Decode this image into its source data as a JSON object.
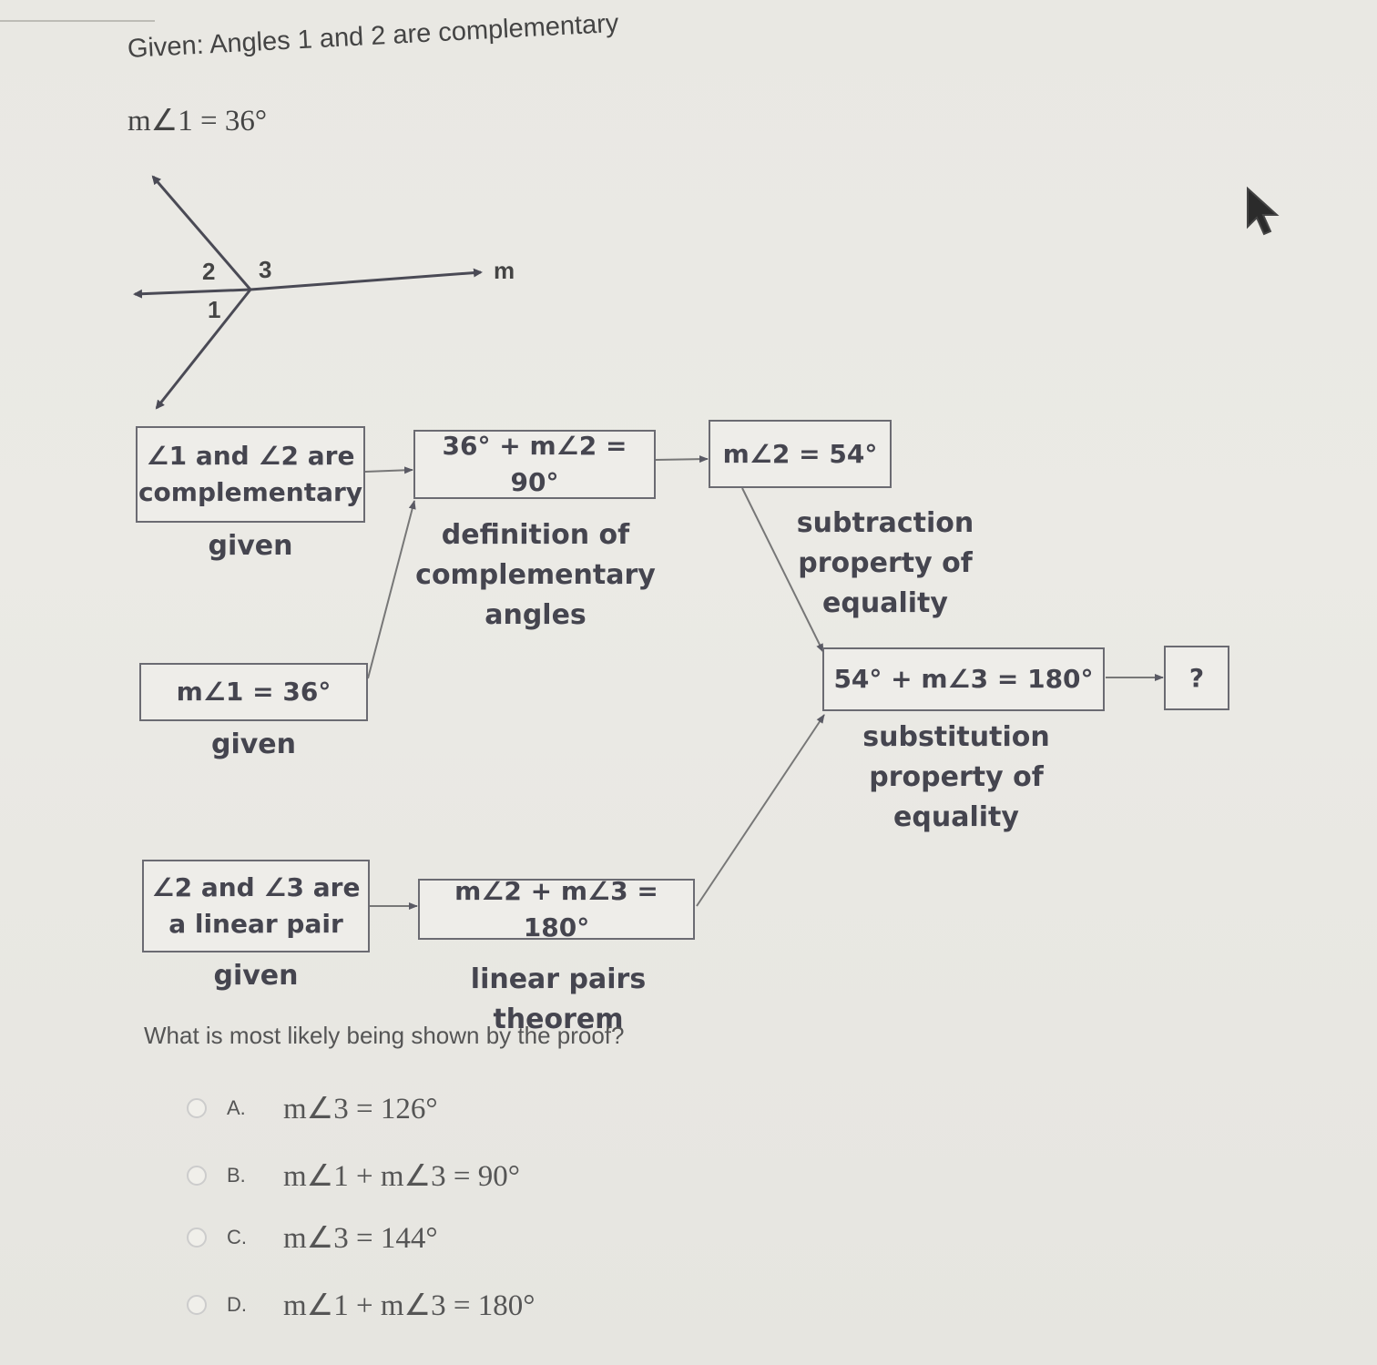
{
  "problem": {
    "given_text": "Given: Angles 1 and 2 are complementary",
    "given_measure": "m∠1 = 36°"
  },
  "figure": {
    "label_2": "2",
    "label_3": "3",
    "label_1": "1",
    "label_m": "m"
  },
  "flowchart": {
    "box_complementary": "∠1 and ∠2 are\ncomplementary",
    "reason_given_1": "given",
    "box_m1": "m∠1 = 36°",
    "reason_given_2": "given",
    "box_linear_pair": "∠2 and ∠3 are\na linear pair",
    "reason_given_3": "given",
    "box_sum_90": "36° + m∠2 = 90°",
    "reason_def_complementary": "definition of\ncomplementary\nangles",
    "box_m2": "m∠2 = 54°",
    "reason_subtraction": "subtraction\nproperty of\nequality",
    "box_sum_180": "m∠2 + m∠3 = 180°",
    "reason_linear_pairs": "linear pairs theorem",
    "box_54_sum": "54° + m∠3 = 180°",
    "reason_substitution": "substitution\nproperty of\nequality",
    "box_unknown": "?"
  },
  "question": {
    "prompt": "What is most likely being shown by the proof?",
    "options": [
      {
        "letter": "A.",
        "equation": "m∠3 = 126°"
      },
      {
        "letter": "B.",
        "equation": "m∠1 + m∠3 = 90°"
      },
      {
        "letter": "C.",
        "equation": "m∠3 = 144°"
      },
      {
        "letter": "D.",
        "equation": "m∠1 + m∠3 = 180°"
      }
    ]
  }
}
